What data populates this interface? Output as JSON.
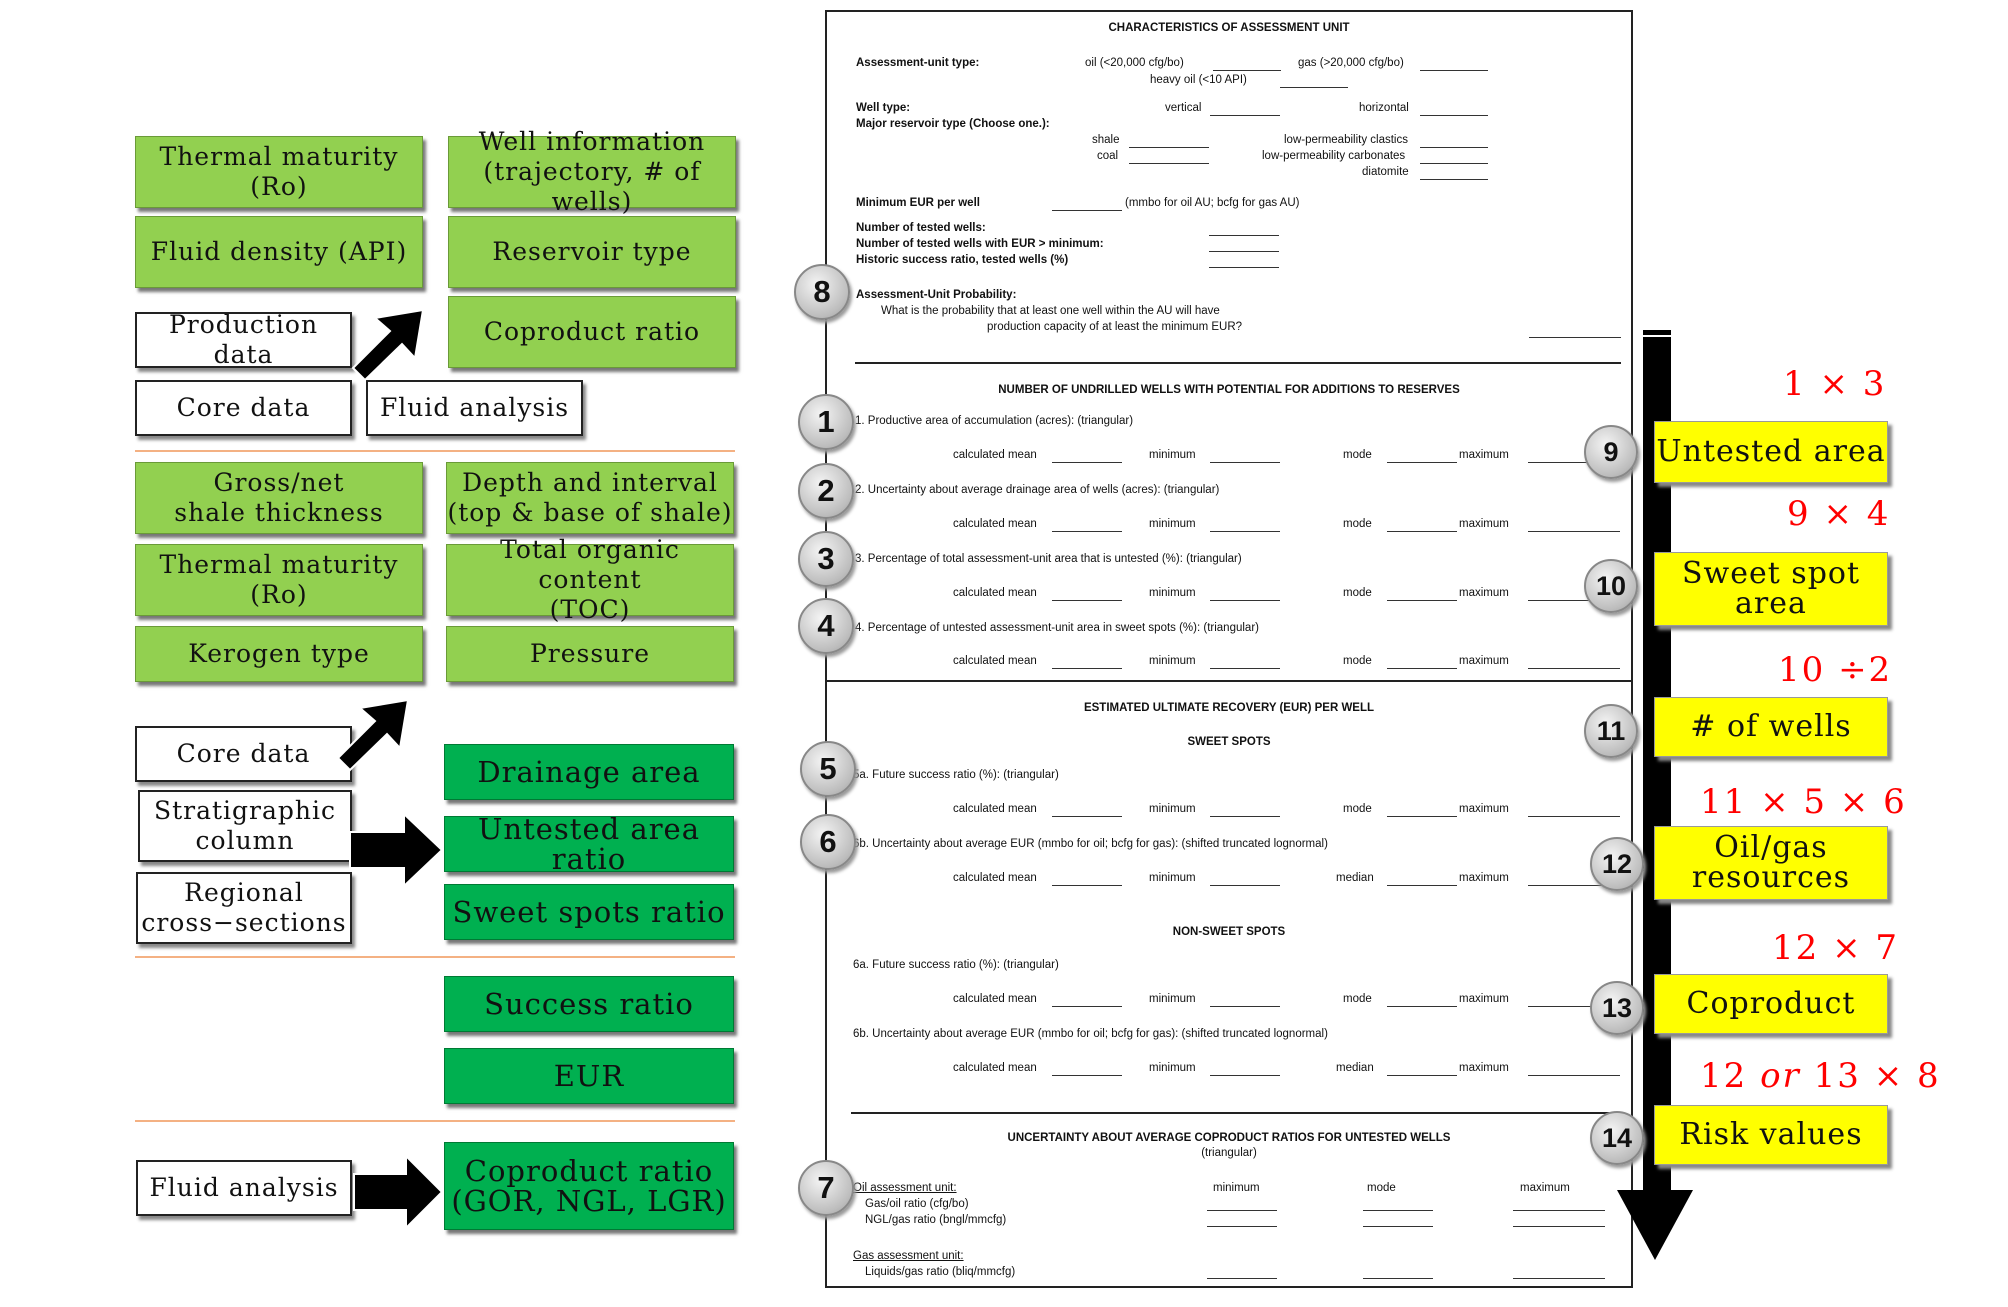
{
  "left": {
    "thermal_maturity": "Thermal maturity\n(Ro)",
    "well_information": "Well information\n(trajectory, # of wells)",
    "fluid_density": "Fluid density (API)",
    "reservoir_type": "Reservoir type",
    "production_data": "Production data",
    "coproduct_ratio": "Coproduct ratio",
    "core_data": "Core data",
    "fluid_analysis": "Fluid analysis",
    "gross_net": "Gross/net\nshale thickness",
    "depth_interval": "Depth and interval\n(top & base of shale)",
    "thermal_maturity_2": "Thermal maturity\n(Ro)",
    "toc": "Total organic content\n(TOC)",
    "kerogen": "Kerogen type",
    "pressure": "Pressure",
    "core_data_2": "Core data",
    "drainage_area": "Drainage area",
    "strat_column": "Stratigraphic\ncolumn",
    "untested_area_ratio": "Untested area ratio",
    "regional": "Regional\ncross−sections",
    "sweet_spots_ratio": "Sweet spots ratio",
    "success_ratio": "Success ratio",
    "eur": "EUR",
    "fluid_analysis_2": "Fluid analysis",
    "coproduct_ratio_2": "Coproduct ratio\n(GOR, NGL, LGR)"
  },
  "form": {
    "title": "CHARACTERISTICS OF ASSESSMENT UNIT",
    "au_type": "Assessment-unit type:",
    "oil": "oil (<20,000 cfg/bo)",
    "gas": "gas (>20,000 cfg/bo)",
    "heavy_oil": "heavy oil  (<10 API)",
    "well_type": "Well type:",
    "vertical": "vertical",
    "horizontal": "horizontal",
    "major_reservoir": "Major reservoir type (Choose one.):",
    "shale": "shale",
    "coal": "coal",
    "lp_clastics": "low-permeability clastics",
    "lp_carbonates": "low-permeability carbonates",
    "diatomite": "diatomite",
    "min_eur": "Minimum EUR per well",
    "min_eur_units": "(mmbo for oil AU; bcfg for gas AU)",
    "tested_wells": "Number of tested wells:",
    "tested_wells_eur": "Number of tested wells with EUR > minimum:",
    "historic_success": "Historic success ratio, tested wells (%)",
    "au_probability": "Assessment-Unit Probability:",
    "prob_q1": "What is the probability that at least one well within the AU will have",
    "prob_q2": "production capacity of at least the minimum EUR?",
    "section2": "NUMBER OF UNDRILLED WELLS WITH POTENTIAL FOR ADDITIONS TO RESERVES",
    "q1": "1.   Productive area of accumulation (acres): (triangular)",
    "q2": "2.   Uncertainty about average drainage area of wells (acres): (triangular)",
    "q3": "3.   Percentage of total assessment-unit area that is untested (%): (triangular)",
    "q4": "4.   Percentage of untested assessment-unit area in sweet spots (%): (triangular)",
    "calc_mean": "calculated mean",
    "minimum": "minimum",
    "mode": "mode",
    "maximum": "maximum",
    "median": "median",
    "section3": "ESTIMATED ULTIMATE RECOVERY (EUR) PER WELL",
    "sweet_spots": "SWEET SPOTS",
    "q5a": "5a. Future success ratio (%): (triangular)",
    "q6b": "6b. Uncertainty about average EUR (mmbo for oil; bcfg for gas): (shifted truncated lognormal)",
    "non_sweet": "NON-SWEET SPOTS",
    "q6a_ns": "6a. Future success ratio (%): (triangular)",
    "q6b_ns": "6b. Uncertainty about average EUR (mmbo for oil; bcfg for gas): (shifted truncated lognormal)",
    "section4": "UNCERTAINTY ABOUT AVERAGE COPRODUCT RATIOS FOR UNTESTED WELLS",
    "triangular": "(triangular)",
    "oil_au": "Oil assessment unit:",
    "gas_oil": "Gas/oil ratio (cfg/bo)",
    "ngl_gas": "NGL/gas ratio (bngl/mmcfg)",
    "gas_au": "Gas assessment unit:",
    "liquids_gas": "Liquids/gas ratio (bliq/mmcfg)"
  },
  "steps": [
    "1",
    "2",
    "3",
    "4",
    "5",
    "6",
    "7",
    "8",
    "9",
    "10",
    "11",
    "12",
    "13",
    "14"
  ],
  "results": {
    "untested_area": "Untested area",
    "sweet_spot_area": "Sweet spot\narea",
    "num_wells": "# of wells",
    "oil_gas": "Oil/gas\nresources",
    "coproduct": "Coproduct",
    "risk_values": "Risk values"
  },
  "formulas": {
    "f9": "1 × 3",
    "f10": "9 × 4",
    "f11": "10 ÷2",
    "f12": "11 × 5 × 6",
    "f13": "12 × 7",
    "f14_a": "12 ",
    "f14_or": "or",
    "f14_b": " 13 × 8"
  },
  "colors": {
    "light_green": "#92d050",
    "dark_green": "#00b050",
    "yellow": "#ffff00",
    "red_text": "#ff0000",
    "separator": "#f4b183"
  }
}
